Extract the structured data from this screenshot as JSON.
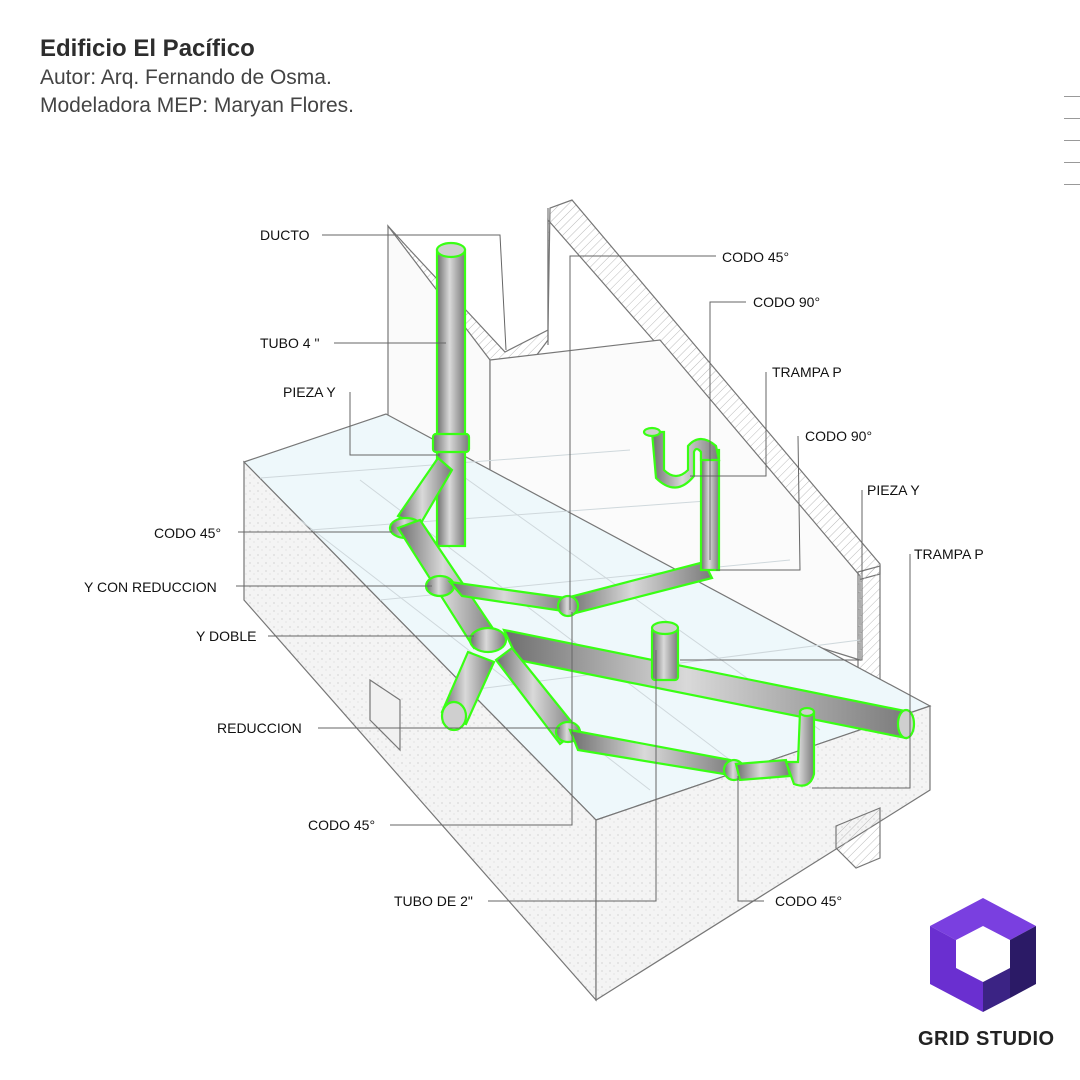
{
  "header": {
    "title": "Edificio El Pacífico",
    "author": "Autor: Arq. Fernando de Osma.",
    "modeler": "Modeladora MEP: Maryan Flores."
  },
  "labels": {
    "ducto": "DUCTO",
    "tubo4": "TUBO 4 \"",
    "pieza_y_left": "PIEZA Y",
    "codo45_left": "CODO 45°",
    "y_con_reduccion": "Y CON REDUCCION",
    "y_doble": "Y DOBLE",
    "reduccion": "REDUCCION",
    "codo45_bottom": "CODO 45°",
    "tubo2": "TUBO DE 2\"",
    "codo45_bottom_right": "CODO 45°",
    "codo45_top": "CODO 45°",
    "codo90_top": "CODO 90°",
    "trampa_p_top": "TRAMPA P",
    "codo90_right": "CODO 90°",
    "pieza_y_right": "PIEZA Y",
    "trampa_p_right": "TRAMPA P"
  },
  "brand": {
    "name": "GRID STUDIO",
    "colors": {
      "light": "#6a2fd0",
      "dark": "#2b1a66"
    }
  },
  "colors": {
    "pipe": "#8f8f8f",
    "pipe_outline": "#39ff14",
    "line": "#555555"
  }
}
